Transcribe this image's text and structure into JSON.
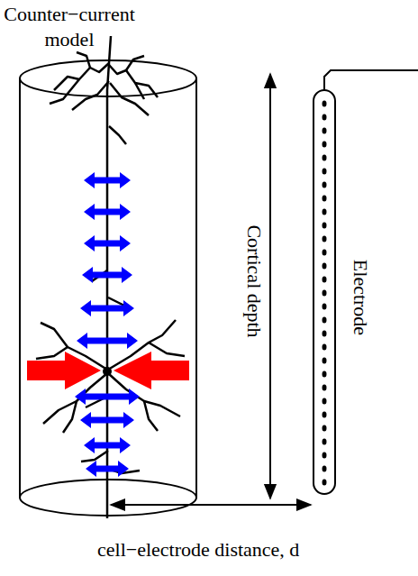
{
  "diagram": {
    "labels": [
      "Counter−current model",
      "Cortical depth",
      "Electrode",
      "cell−electrode distance, d"
    ]
  }
}
